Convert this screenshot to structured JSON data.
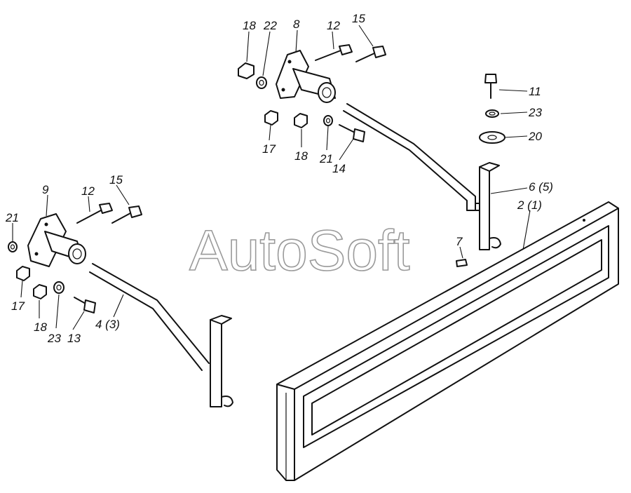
{
  "watermark": "AutoSoft",
  "labels": {
    "l18a": "18",
    "l22": "22",
    "l8": "8",
    "l12a": "12",
    "l15a": "15",
    "l11": "11",
    "l23a": "23",
    "l20": "20",
    "l17a": "17",
    "l18b": "18",
    "l21a": "21",
    "l14": "14",
    "l6": "6 (5)",
    "l2": "2 (1)",
    "l7": "7",
    "l9": "9",
    "l12b": "12",
    "l15b": "15",
    "l21b": "21",
    "l17b": "17",
    "l18c": "18",
    "l23b": "23",
    "l13": "13",
    "l4": "4 (3)"
  }
}
